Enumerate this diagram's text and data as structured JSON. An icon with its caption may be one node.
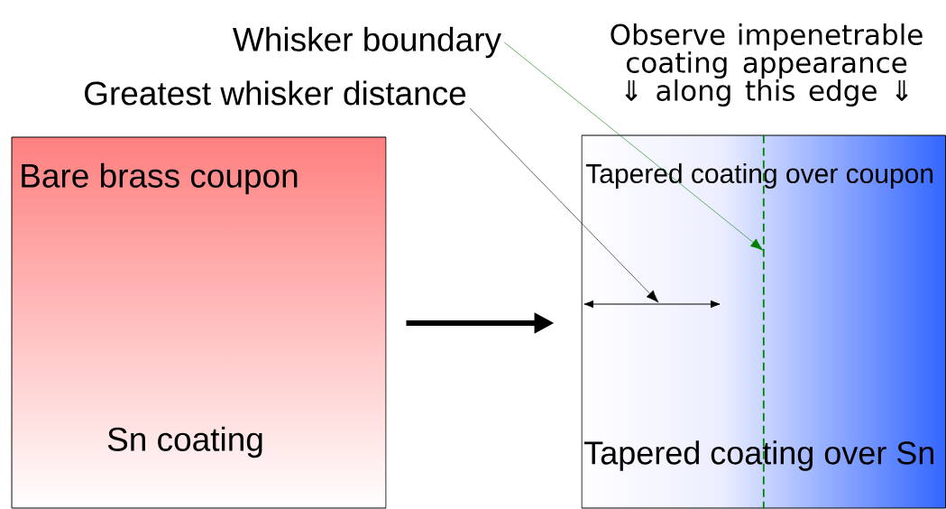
{
  "diagram": {
    "nodes": [
      {
        "text": [
          "Bare brass coupon",
          "Sn coating"
        ]
      },
      {
        "text": [
          "Tapered coating over coupon",
          "Tapered coating over Sn"
        ]
      },
      {
        "text": [
          "Whisker boundary"
        ]
      },
      {
        "text": [
          "Greatest whisker distance"
        ]
      },
      {
        "text": [],
        "shape": "line",
        "in": 1
      }
    ],
    "edges": [
      {
        "from": 0,
        "to": 1,
        "arrow": "to",
        "style": "thick"
      },
      {
        "from": 2,
        "to": 4,
        "arrow": "to",
        "color": "#008000"
      },
      {
        "from": 3,
        "to": null,
        "arrow": "to"
      }
    ],
    "labels": [
      "Observe impenetrable coating appearance ⇓ along this edge ⇓"
    ]
  }
}
